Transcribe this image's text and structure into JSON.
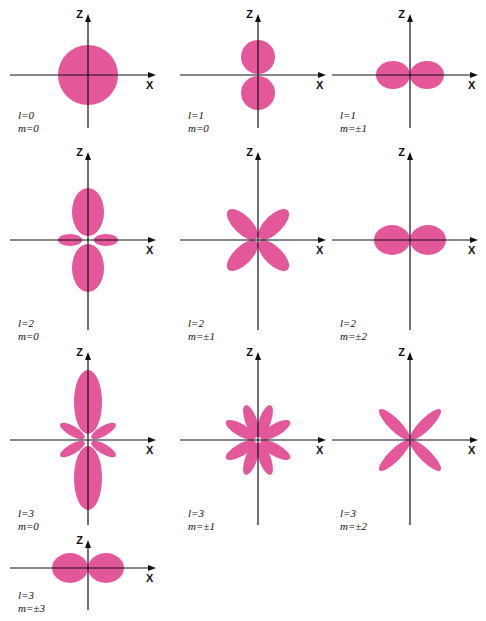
{
  "diagram": {
    "labels": [
      "Z",
      "X",
      "l=0",
      "m=0",
      "Z",
      "X",
      "l=1",
      "m=0",
      "Z",
      "X",
      "l=1",
      "m=±1",
      "Z",
      "X",
      "l=2",
      "m=0",
      "Z",
      "X",
      "l=2",
      "m=±1",
      "Z",
      "X",
      "l=2",
      "m=±2",
      "Z",
      "X",
      "l=3",
      "m=0",
      "Z",
      "X",
      "l=3",
      "m=±1",
      "Z",
      "X",
      "l=3",
      "m=±2",
      "Z",
      "X",
      "l=3",
      "m=±3"
    ]
  }
}
